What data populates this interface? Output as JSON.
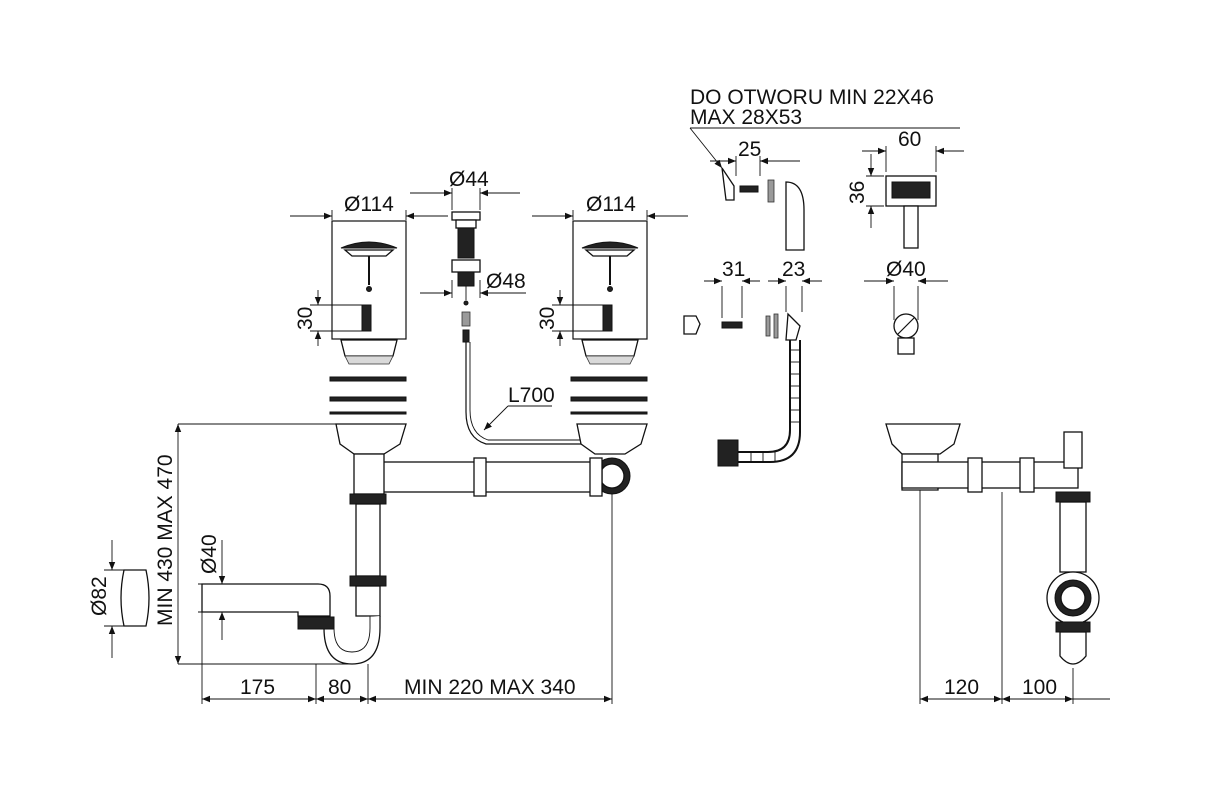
{
  "drawing": {
    "note_hole": {
      "line1": "DO OTWORU MIN 22X46",
      "line2": "MAX 28X53"
    },
    "dimensions": {
      "d_strainer_left": "Ø114",
      "d_strainer_right": "Ø114",
      "d_button_top": "Ø44",
      "d_button_bottom": "Ø48",
      "h_left": "30",
      "h_right": "30",
      "cable_length": "L700",
      "overflow_width_25": "25",
      "overflow_width_31": "31",
      "overflow_width_23": "23",
      "overflow_box_width": "60",
      "overflow_box_height": "36",
      "overflow_outlet": "Ø40",
      "total_height": "MIN 430 MAX 470",
      "outlet_diameter": "Ø40",
      "wall_rosette": "Ø82",
      "dist_175": "175",
      "dist_80": "80",
      "dist_range": "MIN 220 MAX 340",
      "side_120": "120",
      "side_100": "100"
    },
    "colors": {
      "line": "#111111",
      "background": "#ffffff"
    }
  }
}
